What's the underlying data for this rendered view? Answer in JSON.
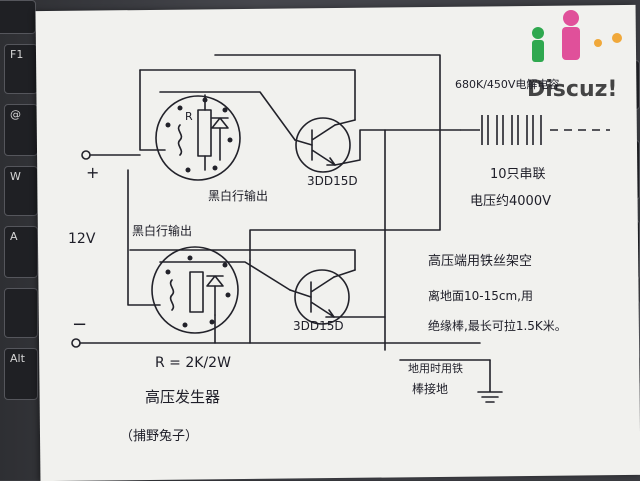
{
  "keys": {
    "k1": "F1",
    "k2": "@",
    "k3": "W",
    "k4": "A",
    "k5": "Alt"
  },
  "watermark": {
    "logo_text": "Discuz!"
  },
  "diagram": {
    "top_module_label": "黑白行输出",
    "bottom_module_label": "黑白行输出",
    "transistor_top": "3DD15D",
    "transistor_bottom": "3DD15D",
    "resistor_mark": "R",
    "resistor_spec": "R = 2K/2W",
    "plus": "+",
    "minus": "−",
    "supply_voltage": "12V",
    "capacitor_spec": "680K/450V电解电容",
    "series_note_1": "10只串联",
    "series_note_2": "电压约4000V",
    "mesh_note_1": "高压端用铁丝架空",
    "mesh_note_2": "离地面10-15cm,用",
    "mesh_note_3": "绝缘棒,最长可拉1.5K米。",
    "ground_note_1": "地用时用铁",
    "ground_note_2": "棒接地",
    "title": "高压发生器",
    "subtitle": "（捕野兔子）"
  }
}
